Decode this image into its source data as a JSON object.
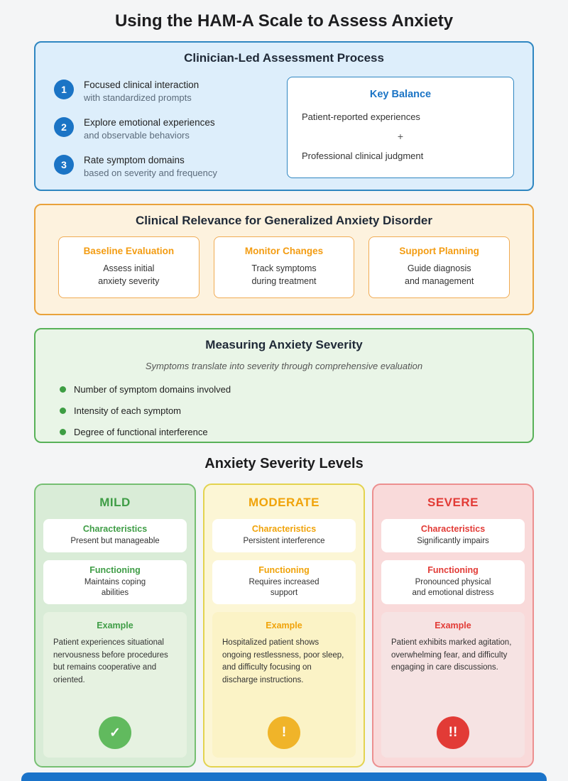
{
  "page": {
    "title": "Using the HAM-A Scale to Assess Anxiety"
  },
  "process": {
    "title": "Clinician-Led Assessment Process",
    "steps": [
      {
        "number": "1",
        "line1": "Focused clinical interaction",
        "line2": "with standardized prompts"
      },
      {
        "number": "2",
        "line1": "Explore emotional experiences",
        "line2": "and observable behaviors"
      },
      {
        "number": "3",
        "line1": "Rate symptom domains",
        "line2": "based on severity and frequency"
      }
    ],
    "key_balance": {
      "title": "Key Balance",
      "top": "Patient-reported experiences",
      "operator": "+",
      "bottom": "Professional clinical judgment"
    }
  },
  "relevance": {
    "title": "Clinical Relevance for Generalized Anxiety Disorder",
    "cards": [
      {
        "title": "Baseline Evaluation",
        "text": "Assess initial\nanxiety severity"
      },
      {
        "title": "Monitor Changes",
        "text": "Track symptoms\nduring treatment"
      },
      {
        "title": "Support Planning",
        "text": "Guide diagnosis\nand management"
      }
    ]
  },
  "measuring": {
    "title": "Measuring Anxiety Severity",
    "subtitle": "Symptoms translate into severity through comprehensive evaluation",
    "bullets": [
      "Number of symptom domains involved",
      "Intensity of each symptom",
      "Degree of functional interference"
    ]
  },
  "severity": {
    "title": "Anxiety Severity Levels",
    "levels": [
      {
        "name": "MILD",
        "characteristics_label": "Characteristics",
        "characteristics_text": "Present but manageable",
        "functioning_label": "Functioning",
        "functioning_text": "Maintains coping\nabilities",
        "example_label": "Example",
        "example_text": "Patient experiences situational nervousness before procedures but remains cooperative and oriented.",
        "icon_glyph": "✓"
      },
      {
        "name": "MODERATE",
        "characteristics_label": "Characteristics",
        "characteristics_text": "Persistent interference",
        "functioning_label": "Functioning",
        "functioning_text": "Requires increased\nsupport",
        "example_label": "Example",
        "example_text": "Hospitalized patient shows ongoing restlessness, poor sleep, and difficulty focusing on discharge instructions.",
        "icon_glyph": "!"
      },
      {
        "name": "SEVERE",
        "characteristics_label": "Characteristics",
        "characteristics_text": "Significantly impairs",
        "functioning_label": "Functioning",
        "functioning_text": "Pronounced physical\nand emotional distress",
        "example_label": "Example",
        "example_text": "Patient exhibits marked agitation, overwhelming fear, and difficulty engaging in care discussions.",
        "icon_glyph": "!!"
      }
    ]
  },
  "colors": {
    "blue_accent": "#1b74c5",
    "orange_accent": "#f39c12",
    "green_accent": "#3f9d46",
    "red_accent": "#e23b36",
    "amber_icon": "#f0b429",
    "footer_bar": "#1a73c9"
  }
}
